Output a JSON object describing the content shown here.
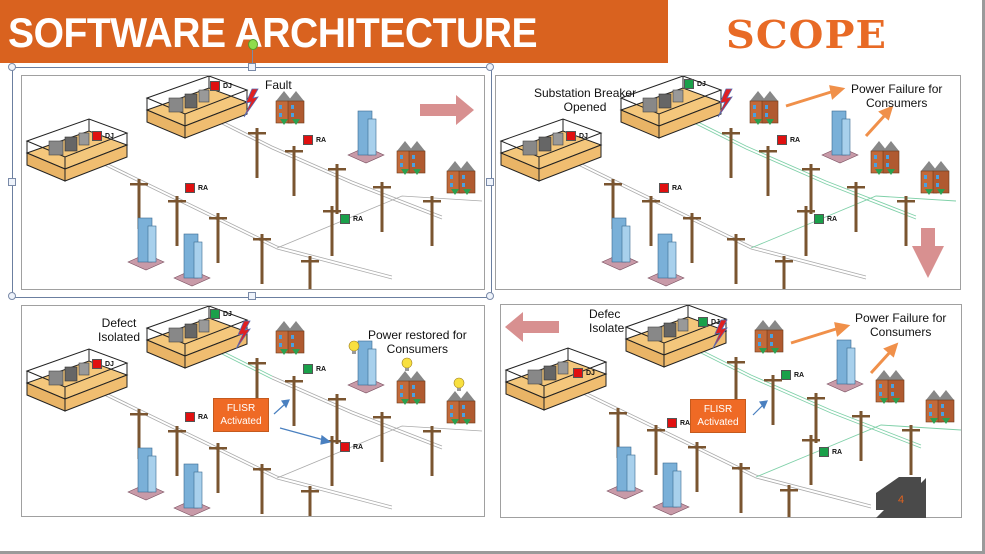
{
  "slide": {
    "title": "SOFTWARE ARCHITECTURE",
    "logo": "SCOPE",
    "page_number": "4",
    "colors": {
      "title_bar": "#d9621f",
      "logo": "#e86a25",
      "fault_marker": "#e01010",
      "ok_marker": "#1aa04a",
      "flow_arrow": "#d89090",
      "consumer_arrow": "#f0904a",
      "flisr_box": "#ef6a25"
    }
  },
  "panels": [
    {
      "id": "fault",
      "caption": "Fault",
      "annotations": [],
      "markers": [
        {
          "label": "DJ",
          "state": "red"
        },
        {
          "label": "DJ",
          "state": "red"
        },
        {
          "label": "RA",
          "state": "red"
        },
        {
          "label": "RA",
          "state": "red"
        },
        {
          "label": "RA",
          "state": "green"
        }
      ]
    },
    {
      "id": "breaker-opened",
      "caption": "Substation Breaker Opened",
      "annotations": [
        "Power Failure for Consumers"
      ],
      "markers": [
        {
          "label": "DJ",
          "state": "green"
        },
        {
          "label": "DJ",
          "state": "red"
        },
        {
          "label": "RA",
          "state": "red"
        },
        {
          "label": "RA",
          "state": "red"
        },
        {
          "label": "RA",
          "state": "green"
        }
      ]
    },
    {
      "id": "defect-isolated-restored",
      "caption": "Defect Isolated",
      "annotations": [
        "Power restored for Consumers"
      ],
      "flisr": "FLISR Activated",
      "markers": [
        {
          "label": "DJ",
          "state": "green"
        },
        {
          "label": "DJ",
          "state": "red"
        },
        {
          "label": "RA",
          "state": "green"
        },
        {
          "label": "RA",
          "state": "red"
        },
        {
          "label": "RA",
          "state": "red"
        }
      ]
    },
    {
      "id": "defect-isolated-failure",
      "caption": "Defect Isolated",
      "annotations": [
        "Power Failure for Consumers"
      ],
      "flisr": "FLISR Activated",
      "markers": [
        {
          "label": "DJ",
          "state": "green"
        },
        {
          "label": "DJ",
          "state": "red"
        },
        {
          "label": "RA",
          "state": "green"
        },
        {
          "label": "RA",
          "state": "red"
        },
        {
          "label": "RA",
          "state": "green"
        }
      ]
    }
  ],
  "labels": {
    "fault": "Fault",
    "breaker_line1": "Substation Breaker",
    "breaker_line2": "Opened",
    "failure_line1": "Power Failure for",
    "failure_line2": "Consumers",
    "restored_line1": "Power restored for",
    "restored_line2": "Consumers",
    "defect_line1": "Defect",
    "defect_line2": "Isolated",
    "defect_cut_line1": "Defec",
    "defect_cut_line2": "Isolate",
    "flisr_line1": "FLISR",
    "flisr_line2": "Activated",
    "dj": "DJ",
    "ra": "RA"
  }
}
